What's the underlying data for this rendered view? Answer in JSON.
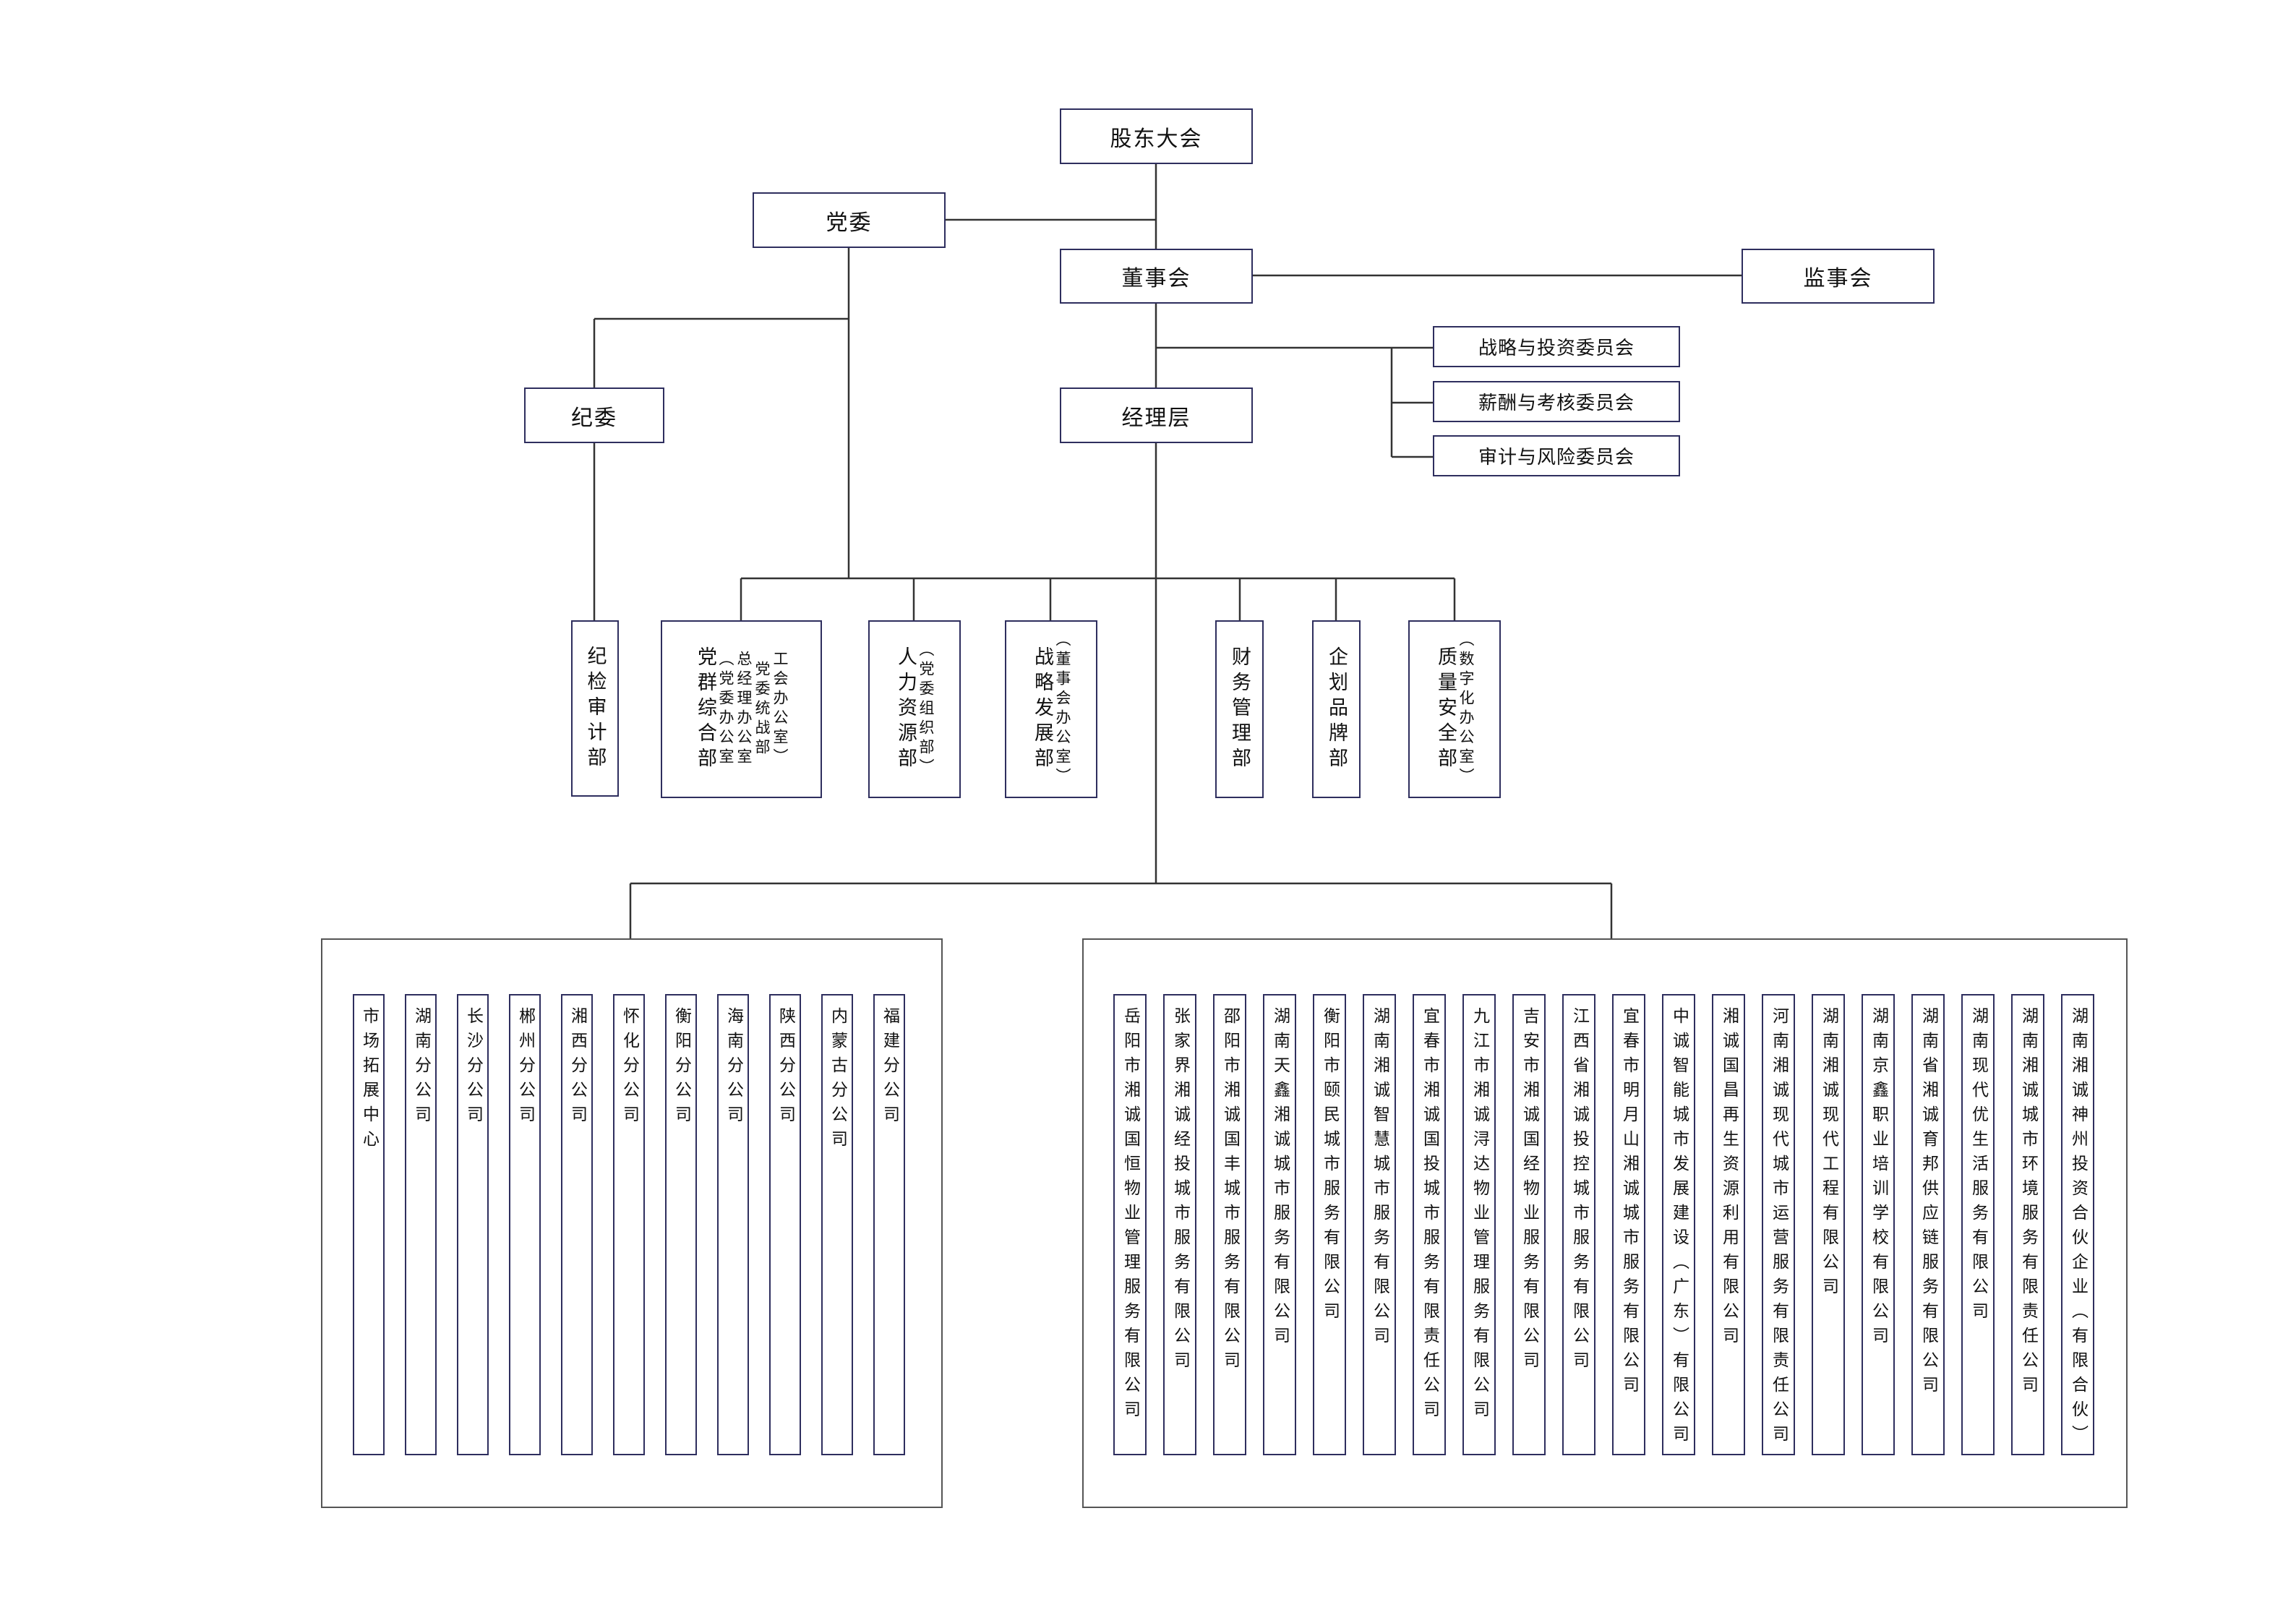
{
  "top": {
    "shareholders": "股东大会",
    "party_committee": "党委",
    "board": "董事会",
    "supervisors": "监事会",
    "discipline": "纪委",
    "management": "经理层"
  },
  "committees": [
    "战略与投资委员会",
    "薪酬与考核委员会",
    "审计与风险委员会"
  ],
  "departments": {
    "audit": {
      "main": "纪检审计部",
      "sub": []
    },
    "party_general": {
      "main": "党群综合部",
      "sub": [
        "（党委办公室",
        "总经理办公室",
        "党委统战部",
        "工会办公室）"
      ]
    },
    "hr": {
      "main": "人力资源部",
      "sub": [
        "（党委组织部）"
      ]
    },
    "strategy": {
      "main": "战略发展部",
      "sub": [
        "（董事会办公室）"
      ]
    },
    "finance": {
      "main": "财务管理部",
      "sub": []
    },
    "brand": {
      "main": "企划品牌部",
      "sub": []
    },
    "quality": {
      "main": "质量安全部",
      "sub": [
        "（数字化办公室）"
      ]
    }
  },
  "branches": [
    "市场拓展中心",
    "湖南分公司",
    "长沙分公司",
    "郴州分公司",
    "湘西分公司",
    "怀化分公司",
    "衡阳分公司",
    "海南分公司",
    "陕西分公司",
    "内蒙古分公司",
    "福建分公司"
  ],
  "subsidiaries": [
    "岳阳市湘诚国恒物业管理服务有限公司",
    "张家界湘诚经投城市服务有限公司",
    "邵阳市湘诚国丰城市服务有限公司",
    "湖南天鑫湘诚城市服务有限公司",
    "衡阳市颐民城市服务有限公司",
    "湖南湘诚智慧城市服务有限公司",
    "宜春市湘诚国投城市服务有限责任公司",
    "九江市湘诚浔达物业管理服务有限公司",
    "吉安市湘诚国经物业服务有限公司",
    "江西省湘诚投控城市服务有限公司",
    "宜春市明月山湘诚城市服务有限公司",
    "中诚智能城市发展建设（广东）有限公司",
    "湘诚国昌再生资源利用有限公司",
    "河南湘诚现代城市运营服务有限责任公司",
    "湖南湘诚现代工程有限公司",
    "湖南京鑫职业培训学校有限公司",
    "湖南省湘诚育邦供应链服务有限公司",
    "湖南现代优生活服务有限公司",
    "湖南湘诚城市环境服务有限责任公司",
    "湖南湘诚神州投资合伙企业（有限合伙）"
  ]
}
